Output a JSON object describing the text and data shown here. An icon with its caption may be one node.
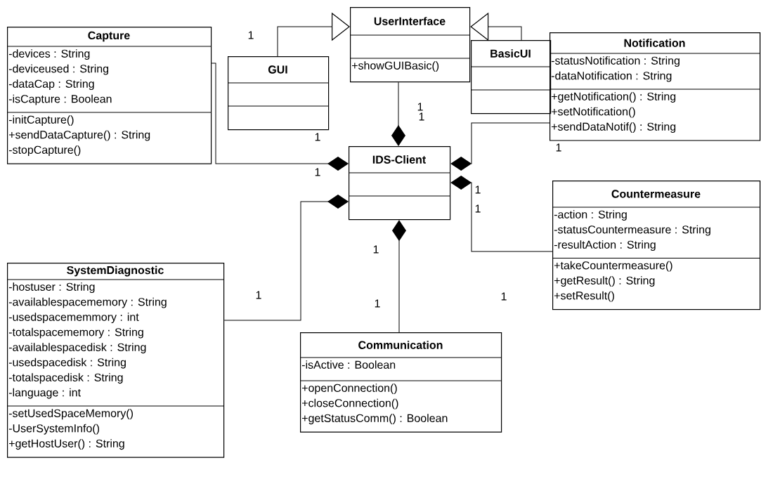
{
  "diagram": {
    "nodes": [
      {
        "text": [
          "UserInterface",
          "+showGUIBasic()"
        ]
      },
      {
        "text": [
          "Capture",
          "-devices : String",
          "-deviceused : String",
          "-dataCap : String",
          "-isCapture : Boolean",
          "-initCapture()",
          "+sendDataCapture() : String",
          "-stopCapture()"
        ]
      },
      {
        "text": [
          "GUI"
        ]
      },
      {
        "text": [
          "BasicUI"
        ]
      },
      {
        "text": [
          "Notification",
          "-statusNotification : String",
          "-dataNotification : String",
          "+getNotification() : String",
          "+setNotification()",
          "+sendDataNotif() : String"
        ]
      },
      {
        "text": [
          "IDS-Client"
        ]
      },
      {
        "text": [
          "Countermeasure",
          "-action : String",
          "-statusCountermeasure : String",
          "-resultAction : String",
          "+takeCountermeasure()",
          "+getResult() : String",
          "+setResult()"
        ]
      },
      {
        "text": [
          "SystemDiagnostic",
          "-hostuser : String",
          "-availablespacememory : String",
          "-usedspacememmory : int",
          "-totalspacememory : String",
          "-availablespacedisk : String",
          "-usedspacedisk : String",
          "-totalspacedisk : String",
          "-language : int",
          "-setUsedSpaceMemory()",
          "-UserSystemInfo()",
          "+getHostUser() : String"
        ]
      },
      {
        "text": [
          "Communication",
          "-isActive : Boolean",
          "+openConnection()",
          "+closeConnection()",
          "+getStatusComm() : Boolean"
        ]
      }
    ],
    "edges": [
      {
        "from": 2,
        "to": 0,
        "arrow": "to"
      },
      {
        "from": 3,
        "to": 0,
        "arrow": "to"
      },
      {
        "from": 5,
        "to": 0,
        "arrow": "other"
      },
      {
        "from": 5,
        "to": 1,
        "arrow": "other"
      },
      {
        "from": 5,
        "to": 4,
        "arrow": "other"
      },
      {
        "from": 5,
        "to": 6,
        "arrow": "other"
      },
      {
        "from": 5,
        "to": 7,
        "arrow": "other"
      },
      {
        "from": 5,
        "to": 8,
        "arrow": "other"
      }
    ],
    "labels": [
      "1",
      "1",
      "1",
      "1",
      "1",
      "1",
      "1",
      "1",
      "1",
      "1",
      "1",
      "1"
    ]
  }
}
